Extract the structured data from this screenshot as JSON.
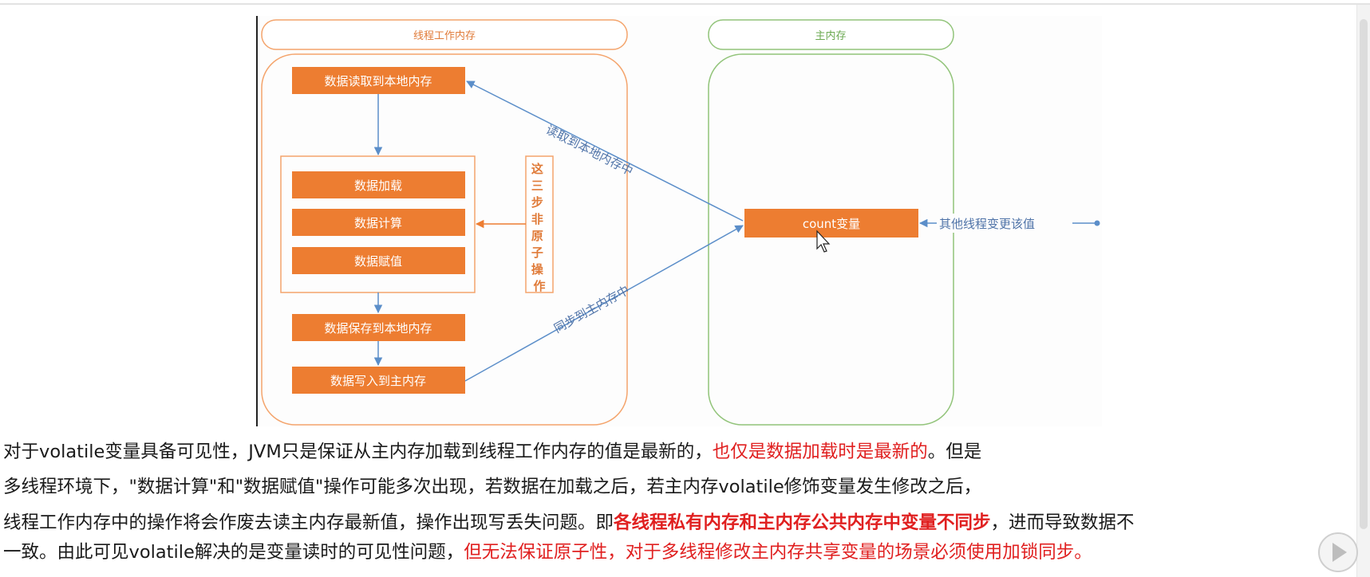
{
  "diagram": {
    "group_thread": "线程工作内存",
    "group_main": "主内存",
    "box_read_local": "数据读取到本地内存",
    "box_load": "数据加载",
    "box_compute": "数据计算",
    "box_assign": "数据赋值",
    "box_save_local": "数据保存到本地内存",
    "box_write_main": "数据写入到主内存",
    "box_count": "count变量",
    "vertical_note": [
      "这",
      "三",
      "步",
      "非",
      "原",
      "子",
      "操",
      "作"
    ],
    "label_read": "读取到本地内存中",
    "label_sync": "同步到主内存中",
    "label_other_thread": "其他线程变更该值",
    "colors": {
      "box_fill": "#ed7d31",
      "thread_border": "#f4a46c",
      "main_border": "#92c47a",
      "arrow_blue": "#5b8ec9",
      "text_blue": "#4f73a8"
    }
  },
  "paragraph": {
    "l1_a": "对于volatile变量具备可见性，JVM只是保证从主内存加载到线程工作内存的值是最新的，",
    "l1_red": "也仅是数据加载时是最新的",
    "l1_b": "。但是",
    "l2": "多线程环境下，\"数据计算\"和\"数据赋值\"操作可能多次出现，若数据在加载之后，若主内存volatile修饰变量发生修改之后，",
    "l3_a": "线程工作内存中的操作将会作废去读主内存最新值，操作出现写丢失问题。即",
    "l3_bold": "各线程私有内存和主内存公共内存中变量不同步",
    "l3_b": "，进而导致数据不",
    "l4_a": "一致。由此可见volatile解决的是变量读时的可见性问题，",
    "l4_red": "但无法保证原子性，对于多线程修改主内存共享变量的场景必须使用加锁同步。"
  }
}
